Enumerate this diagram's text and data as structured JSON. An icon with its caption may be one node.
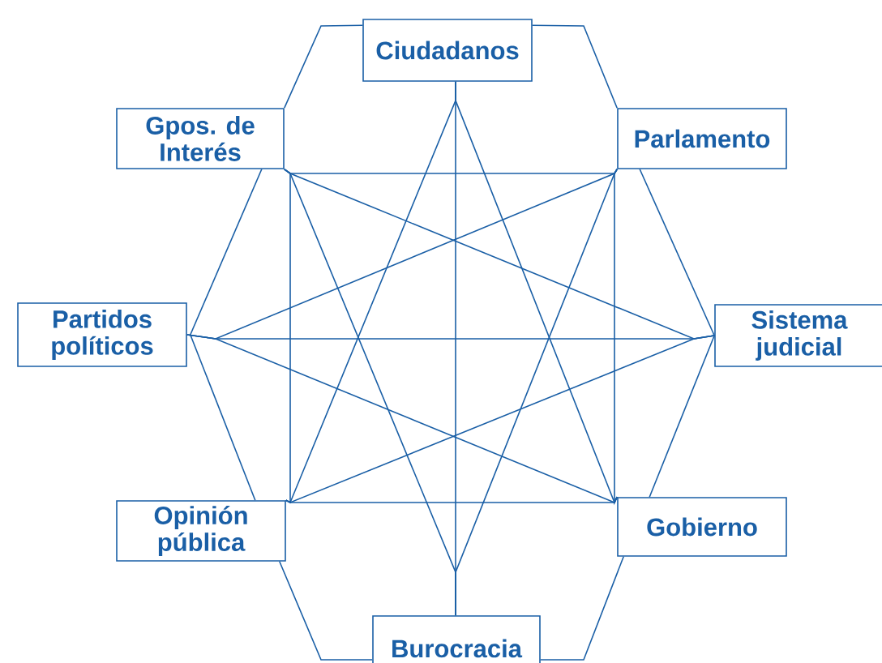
{
  "diagram": {
    "nodes": [
      {
        "text": [
          "Ciudadanos"
        ]
      },
      {
        "text": [
          "Gpos. de Interés"
        ]
      },
      {
        "text": [
          "Parlamento"
        ]
      },
      {
        "text": [
          "Partidos políticos"
        ]
      },
      {
        "text": [
          "Sistema judicial"
        ]
      },
      {
        "text": [
          "Opinión pública"
        ]
      },
      {
        "text": [
          "Gobierno"
        ]
      },
      {
        "text": [
          "Burocracia"
        ]
      }
    ],
    "edges": [
      {
        "from": 0,
        "to": 1,
        "arrow": "none"
      },
      {
        "from": 0,
        "to": 2,
        "arrow": "none"
      },
      {
        "from": 2,
        "to": 4,
        "arrow": "none"
      },
      {
        "from": 4,
        "to": 6,
        "arrow": "none"
      },
      {
        "from": 6,
        "to": 7,
        "arrow": "none"
      },
      {
        "from": 7,
        "to": 5,
        "arrow": "none"
      },
      {
        "from": 5,
        "to": 3,
        "arrow": "none"
      },
      {
        "from": 3,
        "to": 1,
        "arrow": "none"
      },
      {
        "from": 1,
        "to": 2,
        "arrow": "none"
      },
      {
        "from": 2,
        "to": 6,
        "arrow": "none"
      },
      {
        "from": 6,
        "to": 5,
        "arrow": "none"
      },
      {
        "from": 5,
        "to": 1,
        "arrow": "none"
      },
      {
        "from": 3,
        "to": 4,
        "arrow": "none"
      },
      {
        "from": 0,
        "to": 7,
        "arrow": "none"
      },
      {
        "from": 0,
        "to": 5,
        "arrow": "none"
      },
      {
        "from": 0,
        "to": 6,
        "arrow": "none"
      },
      {
        "from": 1,
        "to": 7,
        "arrow": "none"
      },
      {
        "from": 2,
        "to": 7,
        "arrow": "none"
      },
      {
        "from": 3,
        "to": 2,
        "arrow": "none"
      },
      {
        "from": 3,
        "to": 6,
        "arrow": "none"
      },
      {
        "from": 4,
        "to": 1,
        "arrow": "none"
      },
      {
        "from": 4,
        "to": 5,
        "arrow": "none"
      }
    ]
  }
}
